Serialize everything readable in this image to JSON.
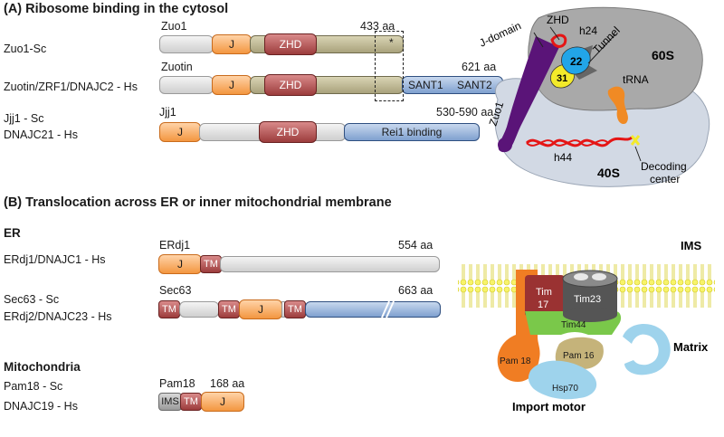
{
  "panel_a": {
    "title": "(A) Ribosome binding in the cytosol",
    "rows": {
      "zuo1": {
        "label": "Zuo1-Sc",
        "protein": "Zuo1",
        "length": "433 aa",
        "j": "J",
        "zhd": "ZHD",
        "star": "*"
      },
      "zuotin": {
        "label": "Zuotin/ZRF1/DNAJC2 - Hs",
        "protein": "Zuotin",
        "length": "621 aa",
        "j": "J",
        "zhd": "ZHD",
        "sant1": "SANT1",
        "sant2": "SANT2"
      },
      "jjj1": {
        "label1": "Jjj1 - Sc",
        "label2": "DNAJC21 - Hs",
        "protein": "Jjj1",
        "length": "530-590 aa",
        "j": "J",
        "zhd": "ZHD",
        "rei1": "Rei1 binding"
      }
    },
    "ribosome": {
      "zhd": "ZHD",
      "h24": "h24",
      "s60": "60S",
      "jdomain": "J-domain",
      "tunnel": "Tunnel",
      "n22": "22",
      "n31": "31",
      "trna": "tRNA",
      "zuo1": "Zuo1",
      "h44": "h44",
      "s40": "40S",
      "decoding1": "Decoding",
      "decoding2": "center"
    }
  },
  "panel_b": {
    "title": "(B) Translocation across ER or inner mitochondrial membrane",
    "er": {
      "heading": "ER",
      "erdj1": {
        "label": "ERdj1/DNAJC1 - Hs",
        "protein": "ERdj1",
        "length": "554 aa",
        "j": "J",
        "tm": "TM"
      },
      "sec63": {
        "label1": "Sec63 - Sc",
        "label2": "ERdj2/DNAJC23 - Hs",
        "protein": "Sec63",
        "length": "663 aa",
        "tm": "TM",
        "j": "J"
      }
    },
    "mito": {
      "heading": "Mitochondria",
      "pam18": {
        "label1": "Pam18 - Sc",
        "label2": "DNAJC19 - Hs",
        "protein": "Pam18",
        "length": "168 aa",
        "ims": "IMS",
        "tm": "TM",
        "j": "J"
      }
    },
    "import": {
      "ims": "IMS",
      "matrix": "Matrix",
      "tim17a": "Tim",
      "tim17b": "17",
      "tim23": "Tim23",
      "tim44": "Tim44",
      "pam18": "Pam 18",
      "pam16": "Pam 16",
      "hsp70": "Hsp70",
      "motor": "Import motor"
    }
  }
}
